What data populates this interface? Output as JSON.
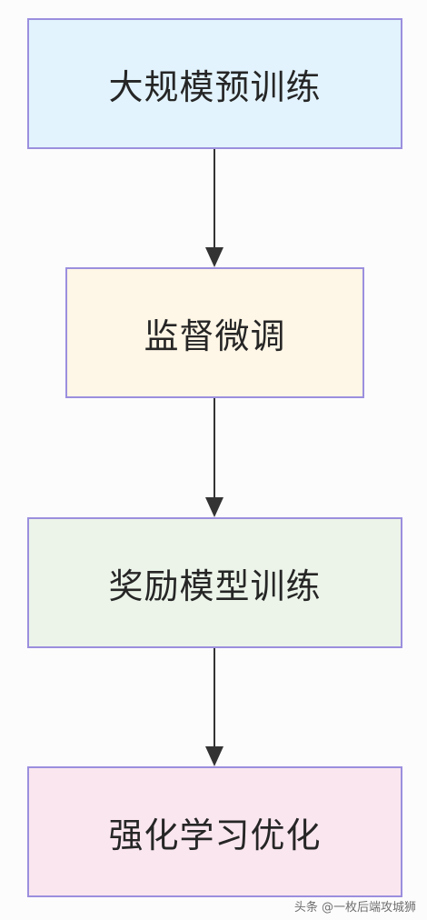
{
  "flowchart": {
    "nodes": [
      {
        "label": "大规模预训练",
        "fill": "#e2f3fd"
      },
      {
        "label": "监督微调",
        "fill": "#fef6e6"
      },
      {
        "label": "奖励模型训练",
        "fill": "#ecf4e9"
      },
      {
        "label": "强化学习优化",
        "fill": "#fae6ef"
      }
    ],
    "edges": [
      {
        "from": "大规模预训练",
        "to": "监督微调"
      },
      {
        "from": "监督微调",
        "to": "奖励模型训练"
      },
      {
        "from": "奖励模型训练",
        "to": "强化学习优化"
      }
    ],
    "border_color": "#9b8fde",
    "arrow_color": "#333333"
  },
  "watermark": "头条 @一枚后端攻城狮"
}
